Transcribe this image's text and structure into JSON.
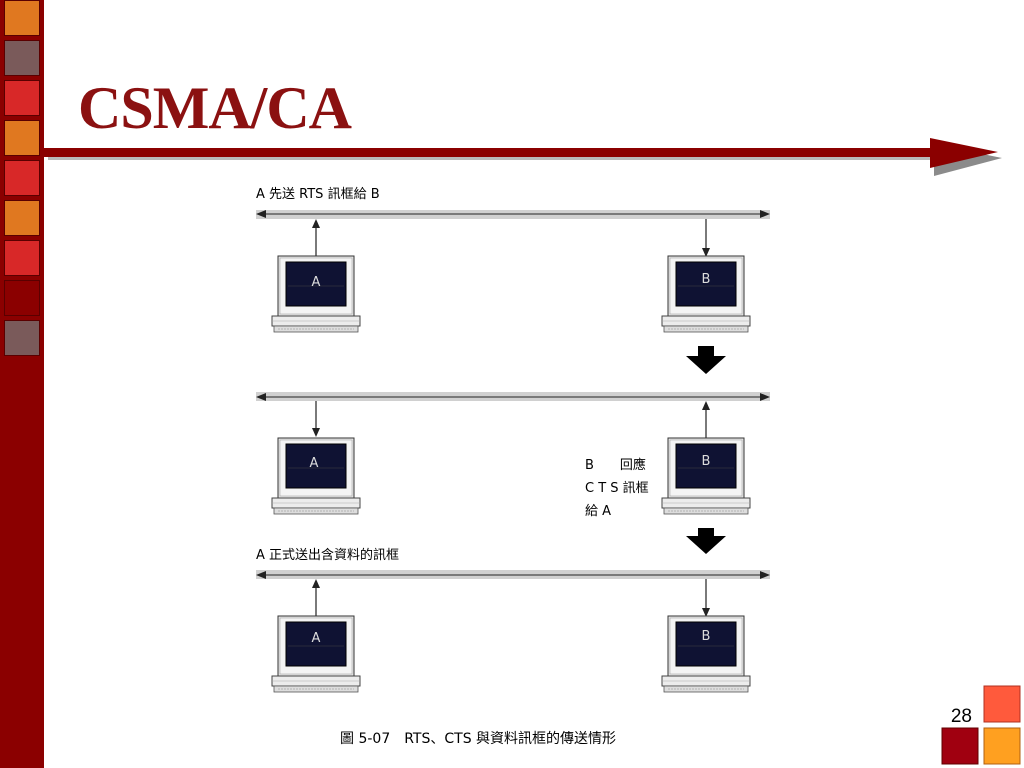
{
  "slide": {
    "title": "CSMA/CA",
    "page_number": "28"
  },
  "diagram": {
    "panel1_caption": "A 先送 RTS 訊框給 B",
    "panel2_reply": [
      "B　　回應",
      "C T S 訊框",
      "給 A"
    ],
    "panel3_caption": "A 正式送出含資料的訊框",
    "station_a": "A",
    "station_b": "B",
    "figure_caption": "圖 5-07　RTS、CTS 與資料訊框的傳送情形"
  },
  "colors": {
    "sidebar": "#8b0000",
    "title": "#8b1111",
    "accent_line": "#8b0000",
    "orange": "#e07820",
    "red": "#d82828",
    "gray": "#7a5a5a"
  }
}
